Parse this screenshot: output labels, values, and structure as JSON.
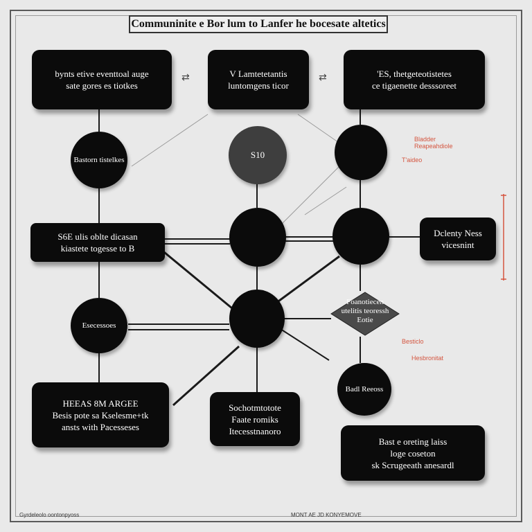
{
  "title": "Communinite e Bor lum to Lanfer he bocesate altetics",
  "boxes": {
    "top_left": [
      "bynts etive eventtoal auge",
      "sate gores es tiotkes"
    ],
    "top_center": [
      "V  Lamtetetantis",
      "luntomgens ticor"
    ],
    "top_right": [
      "'ES, thetgeteotistetes",
      "ce tigaenette desssoreet"
    ],
    "mid_left": [
      "S6E ulis oblte dicasan",
      "kiastete togesse to B"
    ],
    "mid_right": [
      "Dclenty Ness",
      "vicesnint"
    ],
    "bottom_left": [
      "HEEAS 8M ARGEE",
      "Besis pote sa Kselesme+tk",
      "ansts with Pacesseses"
    ],
    "bottom_center": [
      "Sochotmtotote",
      "Faate romiks",
      "Itecesstnanoro"
    ],
    "bottom_right": [
      "Bast e oreting laiss",
      "loge coseton",
      "sk Scrugeeath anesardl"
    ]
  },
  "circles": {
    "c_left_top": "Bastorn tistelkes",
    "c_center_top": "S10",
    "c_left_mid": "Esecessoes",
    "c_right_bottom": "Badl Reeoss"
  },
  "diamond": [
    "Foanotiecen",
    "utelitis teoressh",
    "Eotie"
  ],
  "notes": {
    "n1": [
      "Bladder",
      "Reapeahdiole"
    ],
    "n2": "T'aideo",
    "n3": [
      "Besticlo",
      "Hesbronitat"
    ]
  },
  "footer": {
    "left": "Gyrdeleolo oontonpyoss",
    "right": "MONT AE JD KONYEMOVE"
  }
}
